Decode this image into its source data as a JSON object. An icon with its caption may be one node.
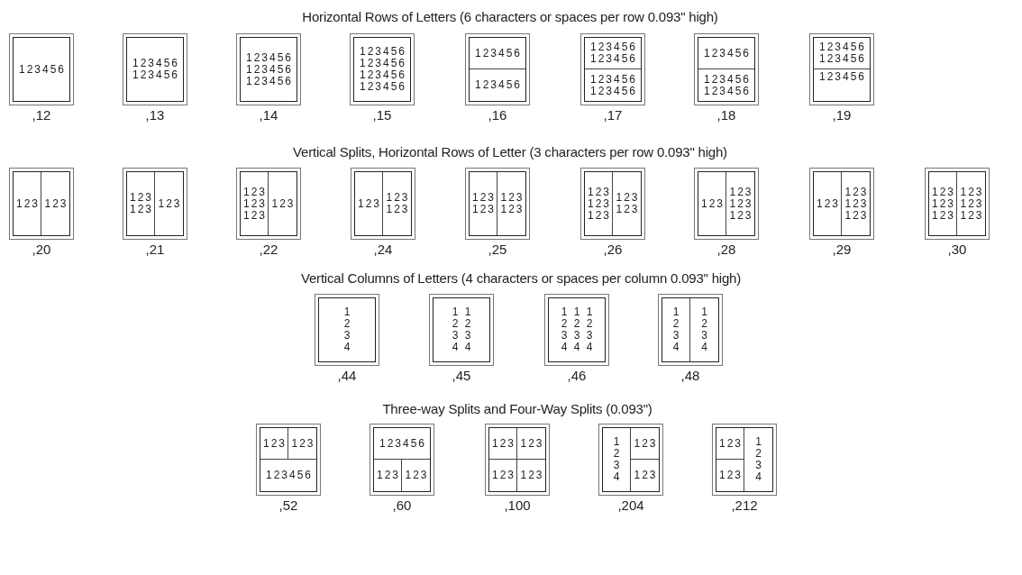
{
  "diagram": {
    "nodes": [
      {
        "text": [
          "123456"
        ],
        "beside": [
          ",12"
        ]
      },
      {
        "text": [
          "123456",
          "123456"
        ],
        "beside": [
          ",13"
        ]
      },
      {
        "text": [
          "123456",
          "123456",
          "123456"
        ],
        "beside": [
          ",14"
        ]
      },
      {
        "text": [
          "123456",
          "123456",
          "123456",
          "123456"
        ],
        "beside": [
          ",15"
        ]
      },
      {
        "text": [],
        "shape": "box",
        "beside": [
          ",16"
        ]
      },
      {
        "text": [
          "123456"
        ],
        "in": 4
      },
      {
        "text": [
          "123456"
        ],
        "in": 4
      },
      {
        "text": [],
        "shape": "box",
        "beside": [
          ",17"
        ]
      },
      {
        "text": [
          "123456",
          "123456"
        ],
        "in": 7
      },
      {
        "text": [
          "123456",
          "123456"
        ],
        "in": 7
      },
      {
        "text": [],
        "shape": "box",
        "beside": [
          ",18"
        ]
      },
      {
        "text": [
          "123456"
        ],
        "in": 10
      },
      {
        "text": [
          "123456",
          "123456"
        ],
        "in": 10
      },
      {
        "text": [],
        "shape": "box",
        "beside": [
          ",19"
        ]
      },
      {
        "text": [
          "123456",
          "123456"
        ],
        "in": 13
      },
      {
        "text": [
          "123456"
        ],
        "in": 13
      },
      {
        "text": [],
        "shape": "box",
        "beside": [
          ",20"
        ]
      },
      {
        "text": [
          "123"
        ],
        "in": 16
      },
      {
        "text": [
          "123"
        ],
        "in": 16
      },
      {
        "text": [],
        "shape": "box",
        "beside": [
          ",21"
        ]
      },
      {
        "text": [
          "123",
          "123"
        ],
        "in": 19
      },
      {
        "text": [
          "123"
        ],
        "in": 19
      },
      {
        "text": [],
        "shape": "box",
        "beside": [
          ",22"
        ]
      },
      {
        "text": [
          "123",
          "123",
          "123"
        ],
        "in": 22
      },
      {
        "text": [
          "123"
        ],
        "in": 22
      },
      {
        "text": [],
        "shape": "box",
        "beside": [
          ",24"
        ]
      },
      {
        "text": [
          "123"
        ],
        "in": 25
      },
      {
        "text": [
          "123",
          "123"
        ],
        "in": 25
      },
      {
        "text": [],
        "shape": "box",
        "beside": [
          ",25"
        ]
      },
      {
        "text": [
          "123",
          "123"
        ],
        "in": 28
      },
      {
        "text": [
          "123",
          "123"
        ],
        "in": 28
      },
      {
        "text": [],
        "shape": "box",
        "beside": [
          ",26"
        ]
      },
      {
        "text": [
          "123",
          "123",
          "123"
        ],
        "in": 31
      },
      {
        "text": [
          "123",
          "123"
        ],
        "in": 31
      },
      {
        "text": [],
        "shape": "box",
        "beside": [
          ",28"
        ]
      },
      {
        "text": [
          "123"
        ],
        "in": 34
      },
      {
        "text": [
          "123",
          "123",
          "123"
        ],
        "in": 34
      },
      {
        "text": [],
        "shape": "box",
        "beside": [
          ",29"
        ]
      },
      {
        "text": [
          "123"
        ],
        "in": 37
      },
      {
        "text": [
          "123",
          "123",
          "123"
        ],
        "in": 37
      },
      {
        "text": [],
        "shape": "box",
        "beside": [
          ",30"
        ]
      },
      {
        "text": [
          "123",
          "123",
          "123"
        ],
        "in": 40
      },
      {
        "text": [
          "123",
          "123",
          "123"
        ],
        "in": 40
      },
      {
        "text": [
          "1",
          "2",
          "3",
          "4"
        ],
        "beside": [
          ",44"
        ]
      },
      {
        "text": [
          "1 1",
          "2 2",
          "3 3",
          "4 4"
        ],
        "beside": [
          ",45"
        ]
      },
      {
        "text": [
          "1 1 1",
          "2 2 2",
          "3 3 3",
          "4 4 4"
        ],
        "beside": [
          ",46"
        ]
      },
      {
        "text": [],
        "shape": "box",
        "beside": [
          ",48"
        ]
      },
      {
        "text": [
          "1",
          "2",
          "3",
          "4"
        ],
        "in": 46
      },
      {
        "text": [
          "1",
          "2",
          "3",
          "4"
        ],
        "in": 46
      },
      {
        "text": [],
        "shape": "box",
        "beside": [
          ",52"
        ]
      },
      {
        "text": [
          "123"
        ],
        "in": 49
      },
      {
        "text": [
          "123"
        ],
        "in": 49
      },
      {
        "text": [
          "123456"
        ],
        "in": 49
      },
      {
        "text": [],
        "shape": "box",
        "beside": [
          ",60"
        ]
      },
      {
        "text": [
          "123456"
        ],
        "in": 53
      },
      {
        "text": [
          "123"
        ],
        "in": 53
      },
      {
        "text": [
          "123"
        ],
        "in": 53
      },
      {
        "text": [],
        "shape": "box",
        "beside": [
          ",100"
        ]
      },
      {
        "text": [
          "123"
        ],
        "in": 57
      },
      {
        "text": [
          "123"
        ],
        "in": 57
      },
      {
        "text": [
          "123"
        ],
        "in": 57
      },
      {
        "text": [
          "123"
        ],
        "in": 57
      },
      {
        "text": [],
        "shape": "box",
        "beside": [
          ",204"
        ]
      },
      {
        "text": [
          "1",
          "2",
          "3",
          "4"
        ],
        "in": 62
      },
      {
        "text": [
          "123"
        ],
        "in": 62
      },
      {
        "text": [
          "123"
        ],
        "in": 62
      },
      {
        "text": [],
        "shape": "box",
        "beside": [
          ",212"
        ]
      },
      {
        "text": [
          "123"
        ],
        "in": 66
      },
      {
        "text": [
          "123"
        ],
        "in": 66
      },
      {
        "text": [
          "1",
          "2",
          "3",
          "4"
        ],
        "in": 66
      }
    ],
    "labels": [
      "Horizontal Rows of Letters (6 characters or spaces per row 0.093\" high)",
      "Vertical Splits, Horizontal Rows of Letter (3 characters per row 0.093\" high)",
      "Vertical Columns of Letters (4 characters or spaces per column 0.093\" high)",
      "Three-way Splits and Four-Way Splits (0.093\")"
    ]
  }
}
